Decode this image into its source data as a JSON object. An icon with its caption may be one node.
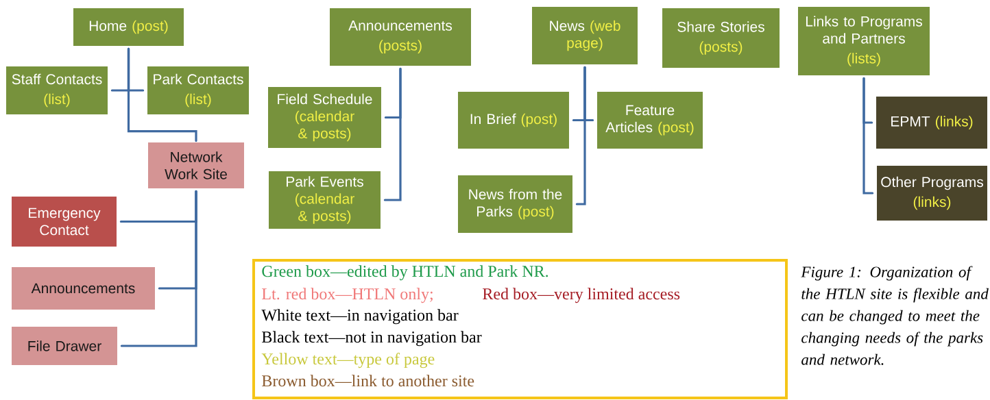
{
  "diagram": {
    "nodes": [
      {
        "text": [
          "Home",
          "(post)"
        ]
      },
      {
        "text": [
          "Staff Contacts",
          "(list)"
        ]
      },
      {
        "text": [
          "Park Contacts",
          "(list)"
        ]
      },
      {
        "text": [
          "Network Work Site"
        ]
      },
      {
        "text": [
          "Emergency Contact"
        ]
      },
      {
        "text": [
          "Announcements"
        ]
      },
      {
        "text": [
          "File Drawer"
        ]
      },
      {
        "text": [
          "Announcements",
          "(posts)"
        ]
      },
      {
        "text": [
          "Field Schedule",
          "(calendar & posts)"
        ]
      },
      {
        "text": [
          "Park Events",
          "(calendar & posts)"
        ]
      },
      {
        "text": [
          "News",
          "(web page)"
        ]
      },
      {
        "text": [
          "In Brief",
          "(post)"
        ]
      },
      {
        "text": [
          "Feature Articles",
          "(post)"
        ]
      },
      {
        "text": [
          "News from the Parks",
          "(post)"
        ]
      },
      {
        "text": [
          "Share Stories",
          "(posts)"
        ]
      },
      {
        "text": [
          "Links to Programs and Partners",
          "(lists)"
        ]
      },
      {
        "text": [
          "EPMT",
          "(links)"
        ]
      },
      {
        "text": [
          "Other Programs",
          "(links)"
        ]
      }
    ],
    "edges": [
      {
        "from": 0,
        "to": 1,
        "arrow": "none"
      },
      {
        "from": 0,
        "to": 2,
        "arrow": "none"
      },
      {
        "from": 0,
        "to": 3,
        "arrow": "none"
      },
      {
        "from": 3,
        "to": 4,
        "arrow": "none"
      },
      {
        "from": 3,
        "to": 5,
        "arrow": "none"
      },
      {
        "from": 3,
        "to": 6,
        "arrow": "none"
      },
      {
        "from": 7,
        "to": 8,
        "arrow": "none"
      },
      {
        "from": 7,
        "to": 9,
        "arrow": "none"
      },
      {
        "from": 10,
        "to": 11,
        "arrow": "none"
      },
      {
        "from": 10,
        "to": 12,
        "arrow": "none"
      },
      {
        "from": 10,
        "to": 13,
        "arrow": "none"
      },
      {
        "from": 15,
        "to": 16,
        "arrow": "none"
      },
      {
        "from": 15,
        "to": 17,
        "arrow": "none"
      }
    ],
    "legend": [
      {
        "text": "Green box—edited by HTLN and Park NR.",
        "color": "#1e9a4a"
      },
      {
        "text": "Lt. red box—HTLN only;",
        "color": "#f07878"
      },
      {
        "text": "Red box—very limited access",
        "color": "#a51c24"
      },
      {
        "text": "White text—in navigation bar"
      },
      {
        "text": "Black text—not in navigation bar",
        "color": "#000000"
      },
      {
        "text": "Yellow text—type of page",
        "color": "#c8c83c"
      },
      {
        "text": "Brown box—link to another site",
        "color": "#8a5a2e"
      }
    ],
    "caption": "Figure 1: Organization of the HTLN site is flexible and can be changed to meet the changing needs of the parks and network."
  }
}
